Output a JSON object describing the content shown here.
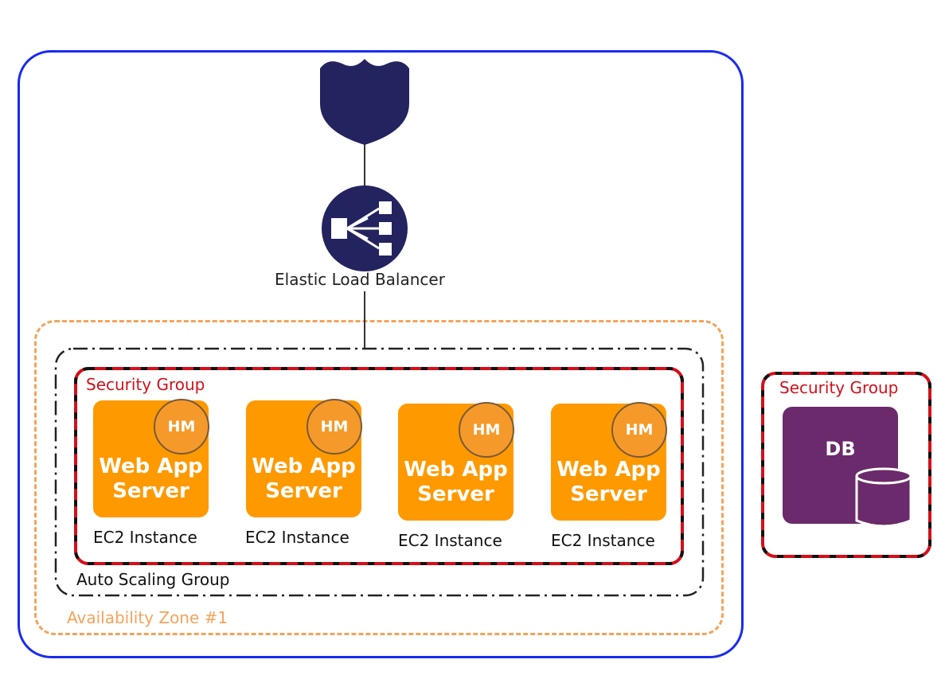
{
  "labels": {
    "elb": "Elastic Load Balancer",
    "availability_zone": "Availability Zone #1",
    "auto_scaling_group": "Auto Scaling Group",
    "security_group_web": "Security Group",
    "security_group_db": "Security Group"
  },
  "servers": [
    {
      "badge": "HM",
      "line1": "Web App",
      "line2": "Server",
      "caption": "EC2 Instance"
    },
    {
      "badge": "HM",
      "line1": "Web App",
      "line2": "Server",
      "caption": "EC2 Instance"
    },
    {
      "badge": "HM",
      "line1": "Web App",
      "line2": "Server",
      "caption": "EC2 Instance"
    },
    {
      "badge": "HM",
      "line1": "Web App",
      "line2": "Server",
      "caption": "EC2 Instance"
    }
  ],
  "database": {
    "label": "DB"
  },
  "colors": {
    "region_border": "#1a2bf0",
    "availability_zone": "#f5a35a",
    "security_group": "#d3101a",
    "server": "#ff9900",
    "database": "#6b2a6b",
    "aws_icons": "#232360"
  },
  "icons": {
    "gateway": "internet-gateway-shield-icon",
    "elb": "elastic-load-balancer-icon",
    "db": "database-cylinder-icon"
  }
}
